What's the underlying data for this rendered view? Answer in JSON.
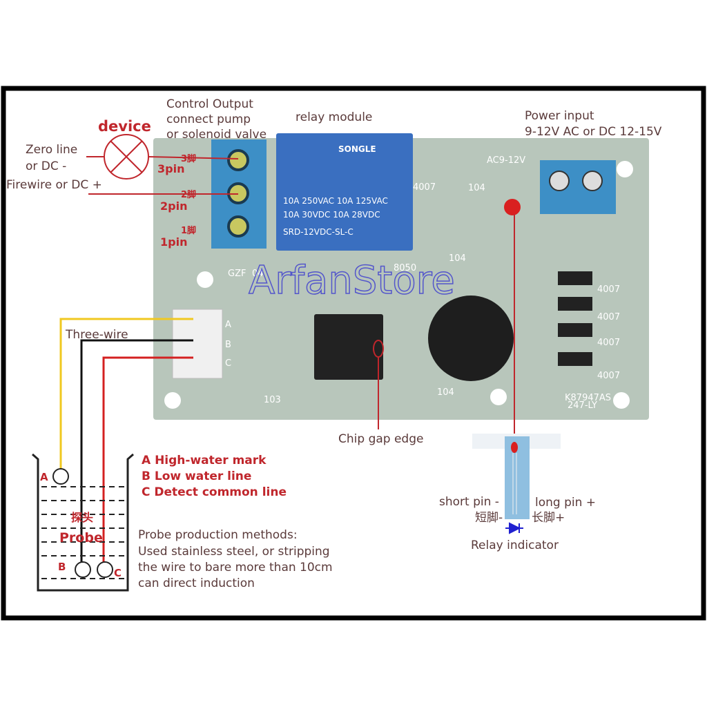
{
  "labels": {
    "device": "device",
    "control_output": [
      "Control Output",
      "connect pump",
      "or solenoid valve"
    ],
    "relay_module": "relay module",
    "power_input": [
      "Power input",
      "9-12V AC or DC 12-15V"
    ],
    "zero_line": [
      "Zero line",
      "or DC -"
    ],
    "firewire": "Firewire or DC +",
    "pins": [
      "3pin",
      "2pin",
      "1pin"
    ],
    "pins_cn": [
      "3脚",
      "2脚",
      "1脚"
    ],
    "three_wire": "Three-wire",
    "chip_gap_edge": "Chip gap edge",
    "short_pin": "short pin -",
    "long_pin": "long pin +",
    "short_pin_cn": "短脚-",
    "long_pin_cn": "长脚+",
    "relay_indicator": "Relay indicator",
    "water_levels": [
      "A High-water mark",
      "B Low water line",
      "C Detect common line"
    ],
    "probe_cn": "探头",
    "probe": "Probe",
    "probe_letters": [
      "A",
      "B",
      "C"
    ],
    "probe_methods": [
      "Probe production methods:",
      "Used stainless steel, or stripping",
      "the wire to bare more than 10cm",
      "can direct induction"
    ]
  },
  "pcb": {
    "relay_brand": "SONGLE",
    "relay_lines": [
      "10A 250VAC  10A 125VAC",
      "10A 30VDC  10A 28VDC",
      "SRD-12VDC-SL-C"
    ],
    "ac_label": "AC9-12V",
    "silk": [
      "GZF",
      "04",
      "8050",
      "4007",
      "104",
      "104",
      "104",
      "103",
      "A",
      "B",
      "C"
    ],
    "diodes": [
      "4007",
      "4007",
      "4007",
      "4007"
    ],
    "serial": [
      "K87947AS",
      "247-LY"
    ]
  },
  "watermark": "ArfanStore",
  "colors": {
    "frame": "#000000",
    "pcb": "#b8c6bb",
    "terminal": "#3d8fc6",
    "relay": "#3a6fc0",
    "accent_red": "#c0262c"
  }
}
